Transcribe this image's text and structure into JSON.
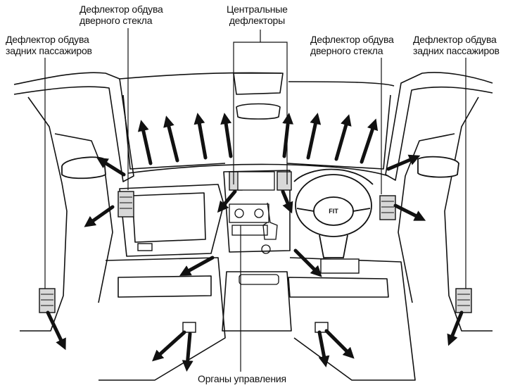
{
  "labels": {
    "door_left": [
      "Дефлектор обдува",
      "дверного стекла"
    ],
    "central": [
      "Центральные",
      "дефлекторы"
    ],
    "rear_left": [
      "Дефлектор обдува",
      "задних пассажиров"
    ],
    "door_right": [
      "Дефлектор обдува",
      "дверного стекла"
    ],
    "rear_right": [
      "Дефлектор обдува",
      "задних пассажиров"
    ],
    "controls": "Органы управления"
  },
  "badge_text": "FIT",
  "colors": {
    "ink": "#111111",
    "paper": "#ffffff",
    "shade": "#d8d8d8"
  }
}
